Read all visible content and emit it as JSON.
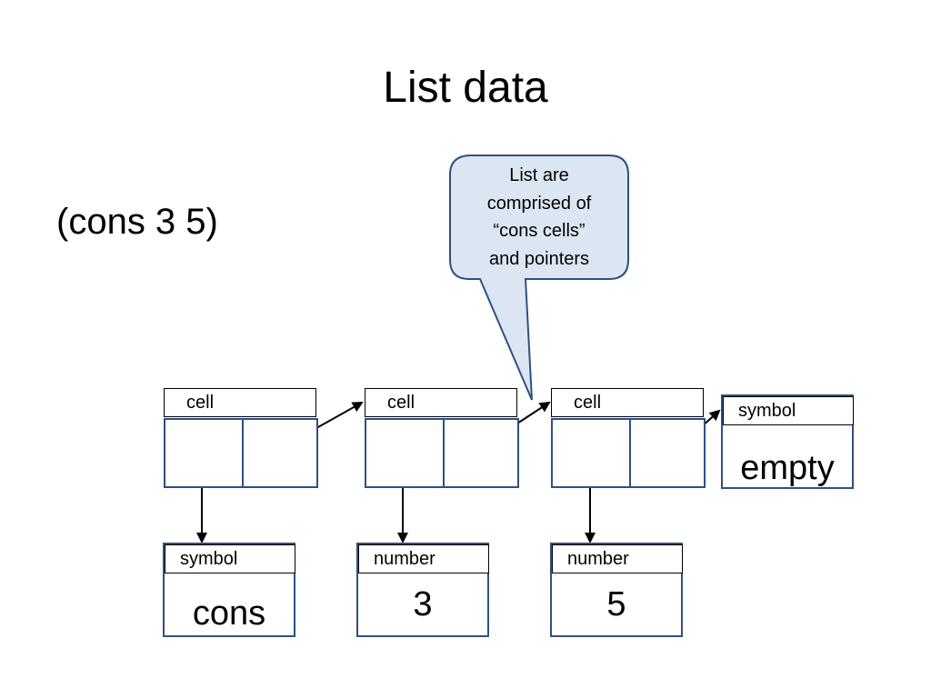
{
  "slide": {
    "title": "List data",
    "expression": "(cons 3 5)"
  },
  "callout": {
    "lines": [
      "List are",
      "comprised of",
      "“cons cells”",
      "and pointers"
    ],
    "fill": "#dce6f2",
    "stroke": "#2e5180"
  },
  "cells": [
    {
      "label": "cell"
    },
    {
      "label": "cell"
    },
    {
      "label": "cell"
    }
  ],
  "values": [
    {
      "label": "symbol",
      "content": "cons"
    },
    {
      "label": "number",
      "content": "3"
    },
    {
      "label": "number",
      "content": "5"
    },
    {
      "label": "symbol",
      "content": "empty"
    }
  ],
  "colors": {
    "box_border": "#2e5180",
    "label_border": "#000000"
  }
}
